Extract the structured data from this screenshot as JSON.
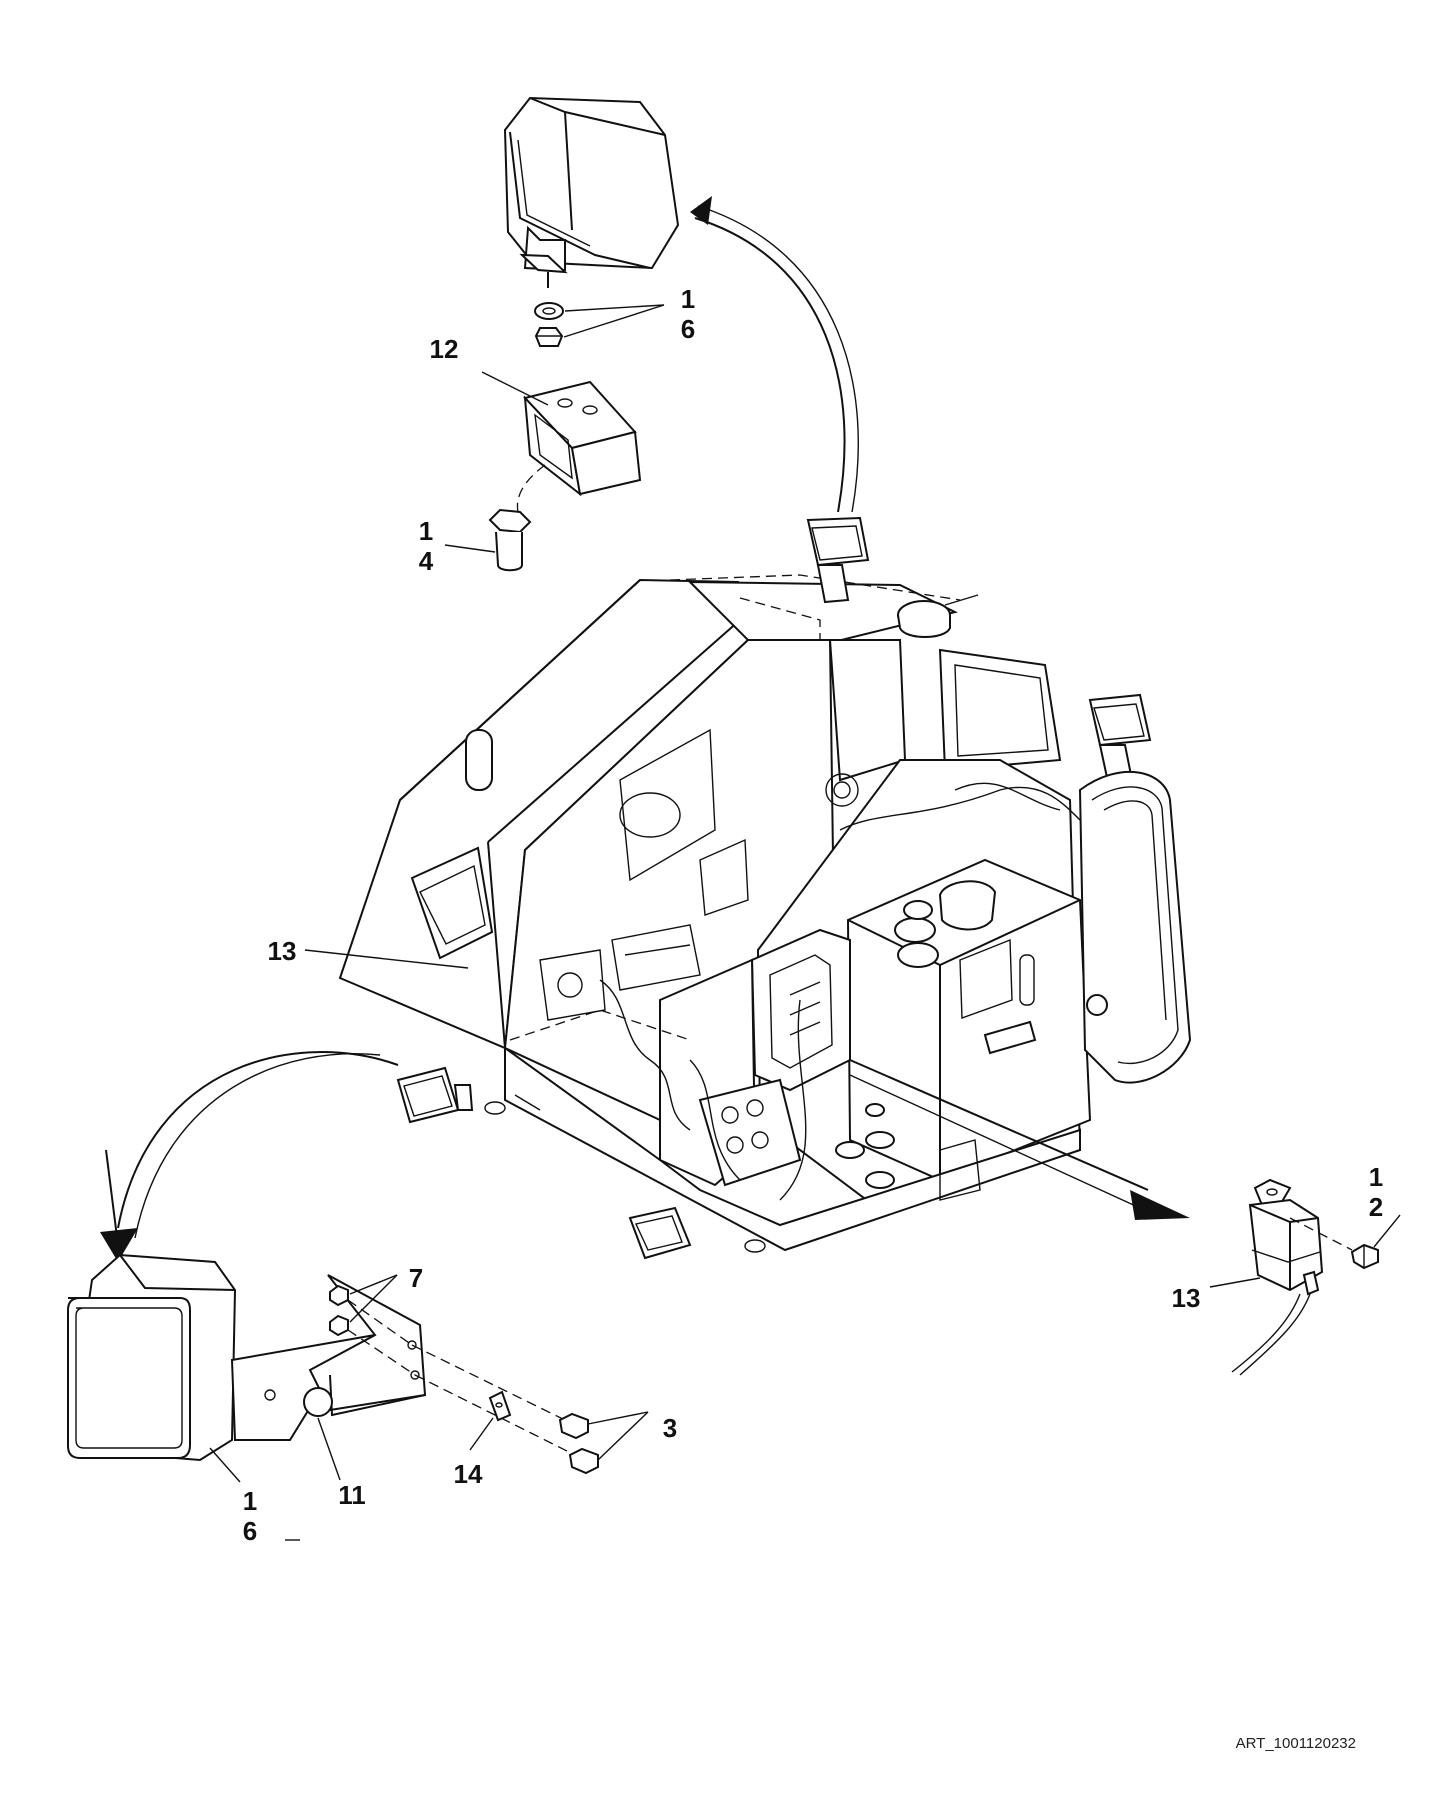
{
  "callouts": {
    "top_light_1": "1",
    "top_light_6": "6",
    "top_bracket_12": "12",
    "top_bolt_1": "1",
    "top_bolt_4": "4",
    "frame_13": "13",
    "relay_1": "1",
    "relay_2": "2",
    "relay_13": "13",
    "nut_7": "7",
    "bolt_3": "3",
    "clip_14": "14",
    "bracket_11": "11",
    "bottom_light_1": "1",
    "bottom_light_6": "6"
  },
  "art_id": "ART_1001120232",
  "colors": {
    "ink": "#111111",
    "paper": "#ffffff"
  }
}
